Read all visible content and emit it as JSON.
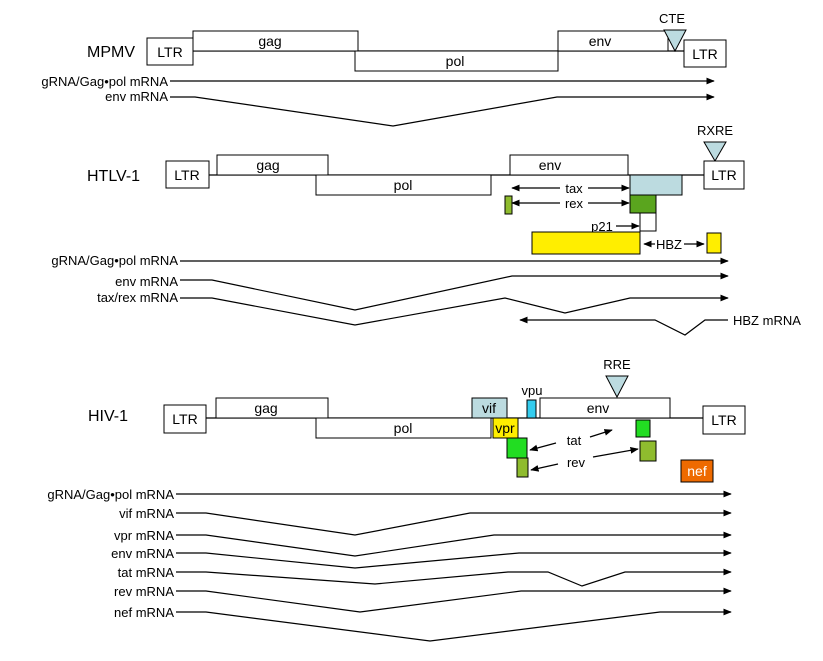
{
  "colors": {
    "light_blue": "#bcdbe0",
    "green": "#22dd22",
    "olive_green": "#8fbc2e",
    "dark_green": "#5aa51e",
    "yellow": "#ffee00",
    "cyan": "#33ccee",
    "orange": "#ee6a00"
  },
  "mpmv": {
    "name": "MPMV",
    "ltr_left": "LTR",
    "ltr_right": "LTR",
    "gag": "gag",
    "pol": "pol",
    "env": "env",
    "cte": "CTE",
    "mrna": [
      "gRNA/Gag•pol mRNA",
      "env mRNA"
    ]
  },
  "htlv": {
    "name": "HTLV-1",
    "ltr_left": "LTR",
    "ltr_right": "LTR",
    "gag": "gag",
    "pol": "pol",
    "env": "env",
    "rxre": "RXRE",
    "tax": "tax",
    "rex": "rex",
    "p21": "p21",
    "hbz": "HBZ",
    "mrna": [
      "gRNA/Gag•pol mRNA",
      "env mRNA",
      "tax/rex mRNA"
    ],
    "hbz_mrna": "HBZ mRNA"
  },
  "hiv": {
    "name": "HIV-1",
    "ltr_left": "LTR",
    "ltr_right": "LTR",
    "gag": "gag",
    "pol": "pol",
    "env": "env",
    "vif": "vif",
    "vpr": "vpr",
    "vpu": "vpu",
    "rre": "RRE",
    "tat": "tat",
    "rev": "rev",
    "nef": "nef",
    "mrna": [
      "gRNA/Gag•pol mRNA",
      "vif mRNA",
      "vpr mRNA",
      "env mRNA",
      "tat mRNA",
      "rev mRNA",
      "nef mRNA"
    ]
  }
}
